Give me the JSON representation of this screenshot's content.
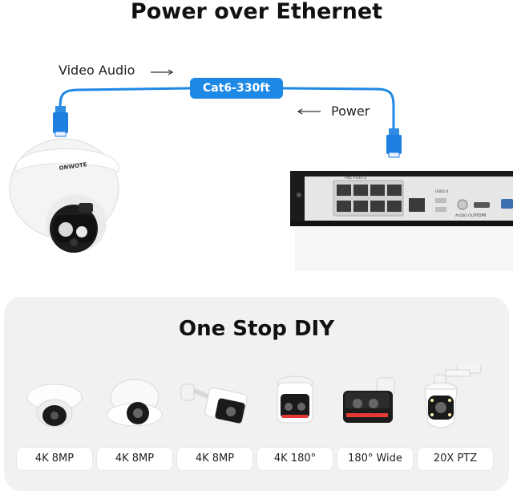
{
  "header": {
    "title": "Power over Ethernet"
  },
  "poe": {
    "video_audio_label": "Video Audio",
    "cable_label": "Cat6-330ft",
    "power_label": "Power",
    "camera_brand": "ONWOTE"
  },
  "nvr": {
    "poe_ports_label": "PoE PORTS",
    "usb_label": "USB2.0",
    "audio_out_label": "AUDIO OUT",
    "hdmi_label": "HDMI"
  },
  "diy": {
    "title": "One Stop DIY",
    "cameras": [
      {
        "label": "4K 8MP",
        "icon": "mini-dome-camera-icon"
      },
      {
        "label": "4K 8MP",
        "icon": "turret-camera-icon"
      },
      {
        "label": "4K 8MP",
        "icon": "bullet-camera-icon"
      },
      {
        "label": "4K 180°",
        "icon": "dual-lens-camera-icon"
      },
      {
        "label": "180° Wide",
        "icon": "wide-angle-camera-icon"
      },
      {
        "label": "20X PTZ",
        "icon": "ptz-camera-icon"
      }
    ]
  },
  "colors": {
    "accent": "#1e88e5",
    "panel": "#f1f1f1",
    "text": "#111111"
  }
}
